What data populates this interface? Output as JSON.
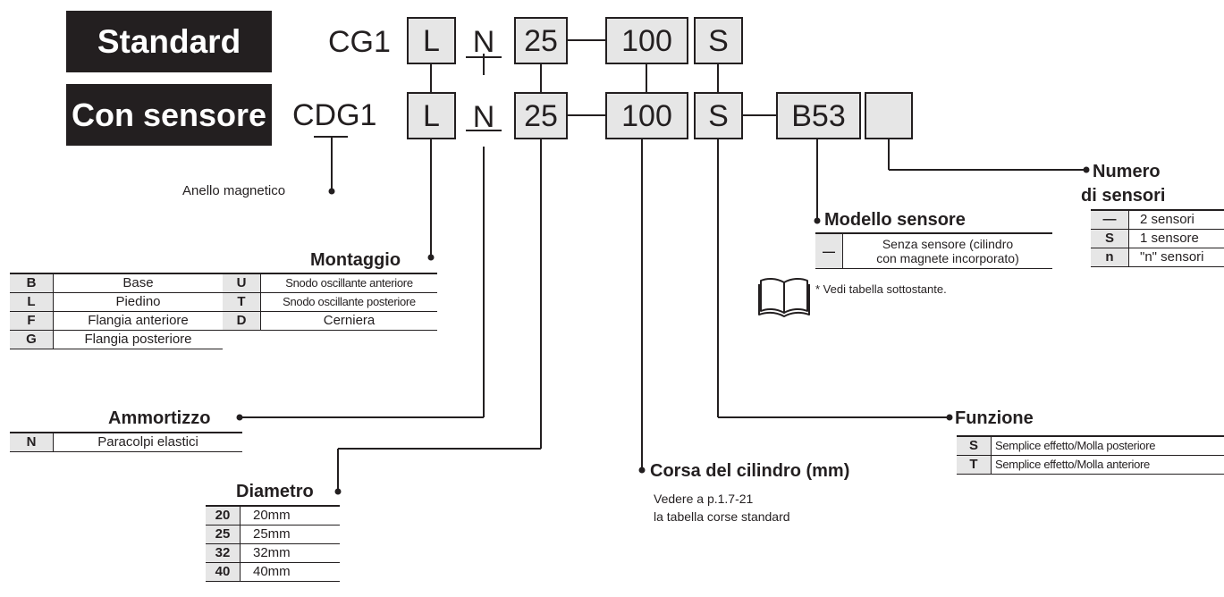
{
  "header": {
    "standard_label": "Standard",
    "sensor_label": "Con sensore",
    "standard_prefix": "CG1",
    "sensor_prefix": "CDG1",
    "codes": {
      "mounting": "L",
      "cushion": "N",
      "bore": "25",
      "stroke": "100",
      "action": "S",
      "switch": "B53",
      "qty": ""
    }
  },
  "magnet_ring_label": "Anello magnetico",
  "mounting": {
    "title": "Montaggio",
    "left": [
      {
        "key": "B",
        "value": "Base"
      },
      {
        "key": "L",
        "value": "Piedino"
      },
      {
        "key": "F",
        "value": "Flangia anteriore"
      },
      {
        "key": "G",
        "value": "Flangia posteriore"
      }
    ],
    "right": [
      {
        "key": "U",
        "value": "Snodo oscillante anteriore"
      },
      {
        "key": "T",
        "value": "Snodo oscillante posteriore"
      },
      {
        "key": "D",
        "value": "Cerniera"
      }
    ]
  },
  "cushion": {
    "title": "Ammortizzo",
    "rows": [
      {
        "key": "N",
        "value": "Paracolpi elastici"
      }
    ]
  },
  "bore": {
    "title": "Diametro",
    "rows": [
      {
        "key": "20",
        "value": "20mm"
      },
      {
        "key": "25",
        "value": "25mm"
      },
      {
        "key": "32",
        "value": "32mm"
      },
      {
        "key": "40",
        "value": "40mm"
      }
    ]
  },
  "stroke": {
    "title": "Corsa del cilindro (mm)",
    "note_line1": "Vedere a p.1.7-21",
    "note_line2": "la tabella corse standard"
  },
  "action": {
    "title": "Funzione",
    "rows": [
      {
        "key": "S",
        "value": "Semplice effetto/Molla posteriore"
      },
      {
        "key": "T",
        "value": "Semplice effetto/Molla  anteriore"
      }
    ]
  },
  "switch_model": {
    "title": "Modello sensore",
    "key": "—",
    "value_line1": "Senza sensore (cilindro",
    "value_line2": "con magnete incorporato)",
    "note": "* Vedi tabella sottostante.",
    "book_icon": "book-icon"
  },
  "switch_qty": {
    "title_line1": "Numero",
    "title_line2": "di sensori",
    "rows": [
      {
        "key": "—",
        "value": "2 sensori"
      },
      {
        "key": "S",
        "value": "1 sensore"
      },
      {
        "key": "n",
        "value": "\"n\" sensori"
      }
    ]
  }
}
